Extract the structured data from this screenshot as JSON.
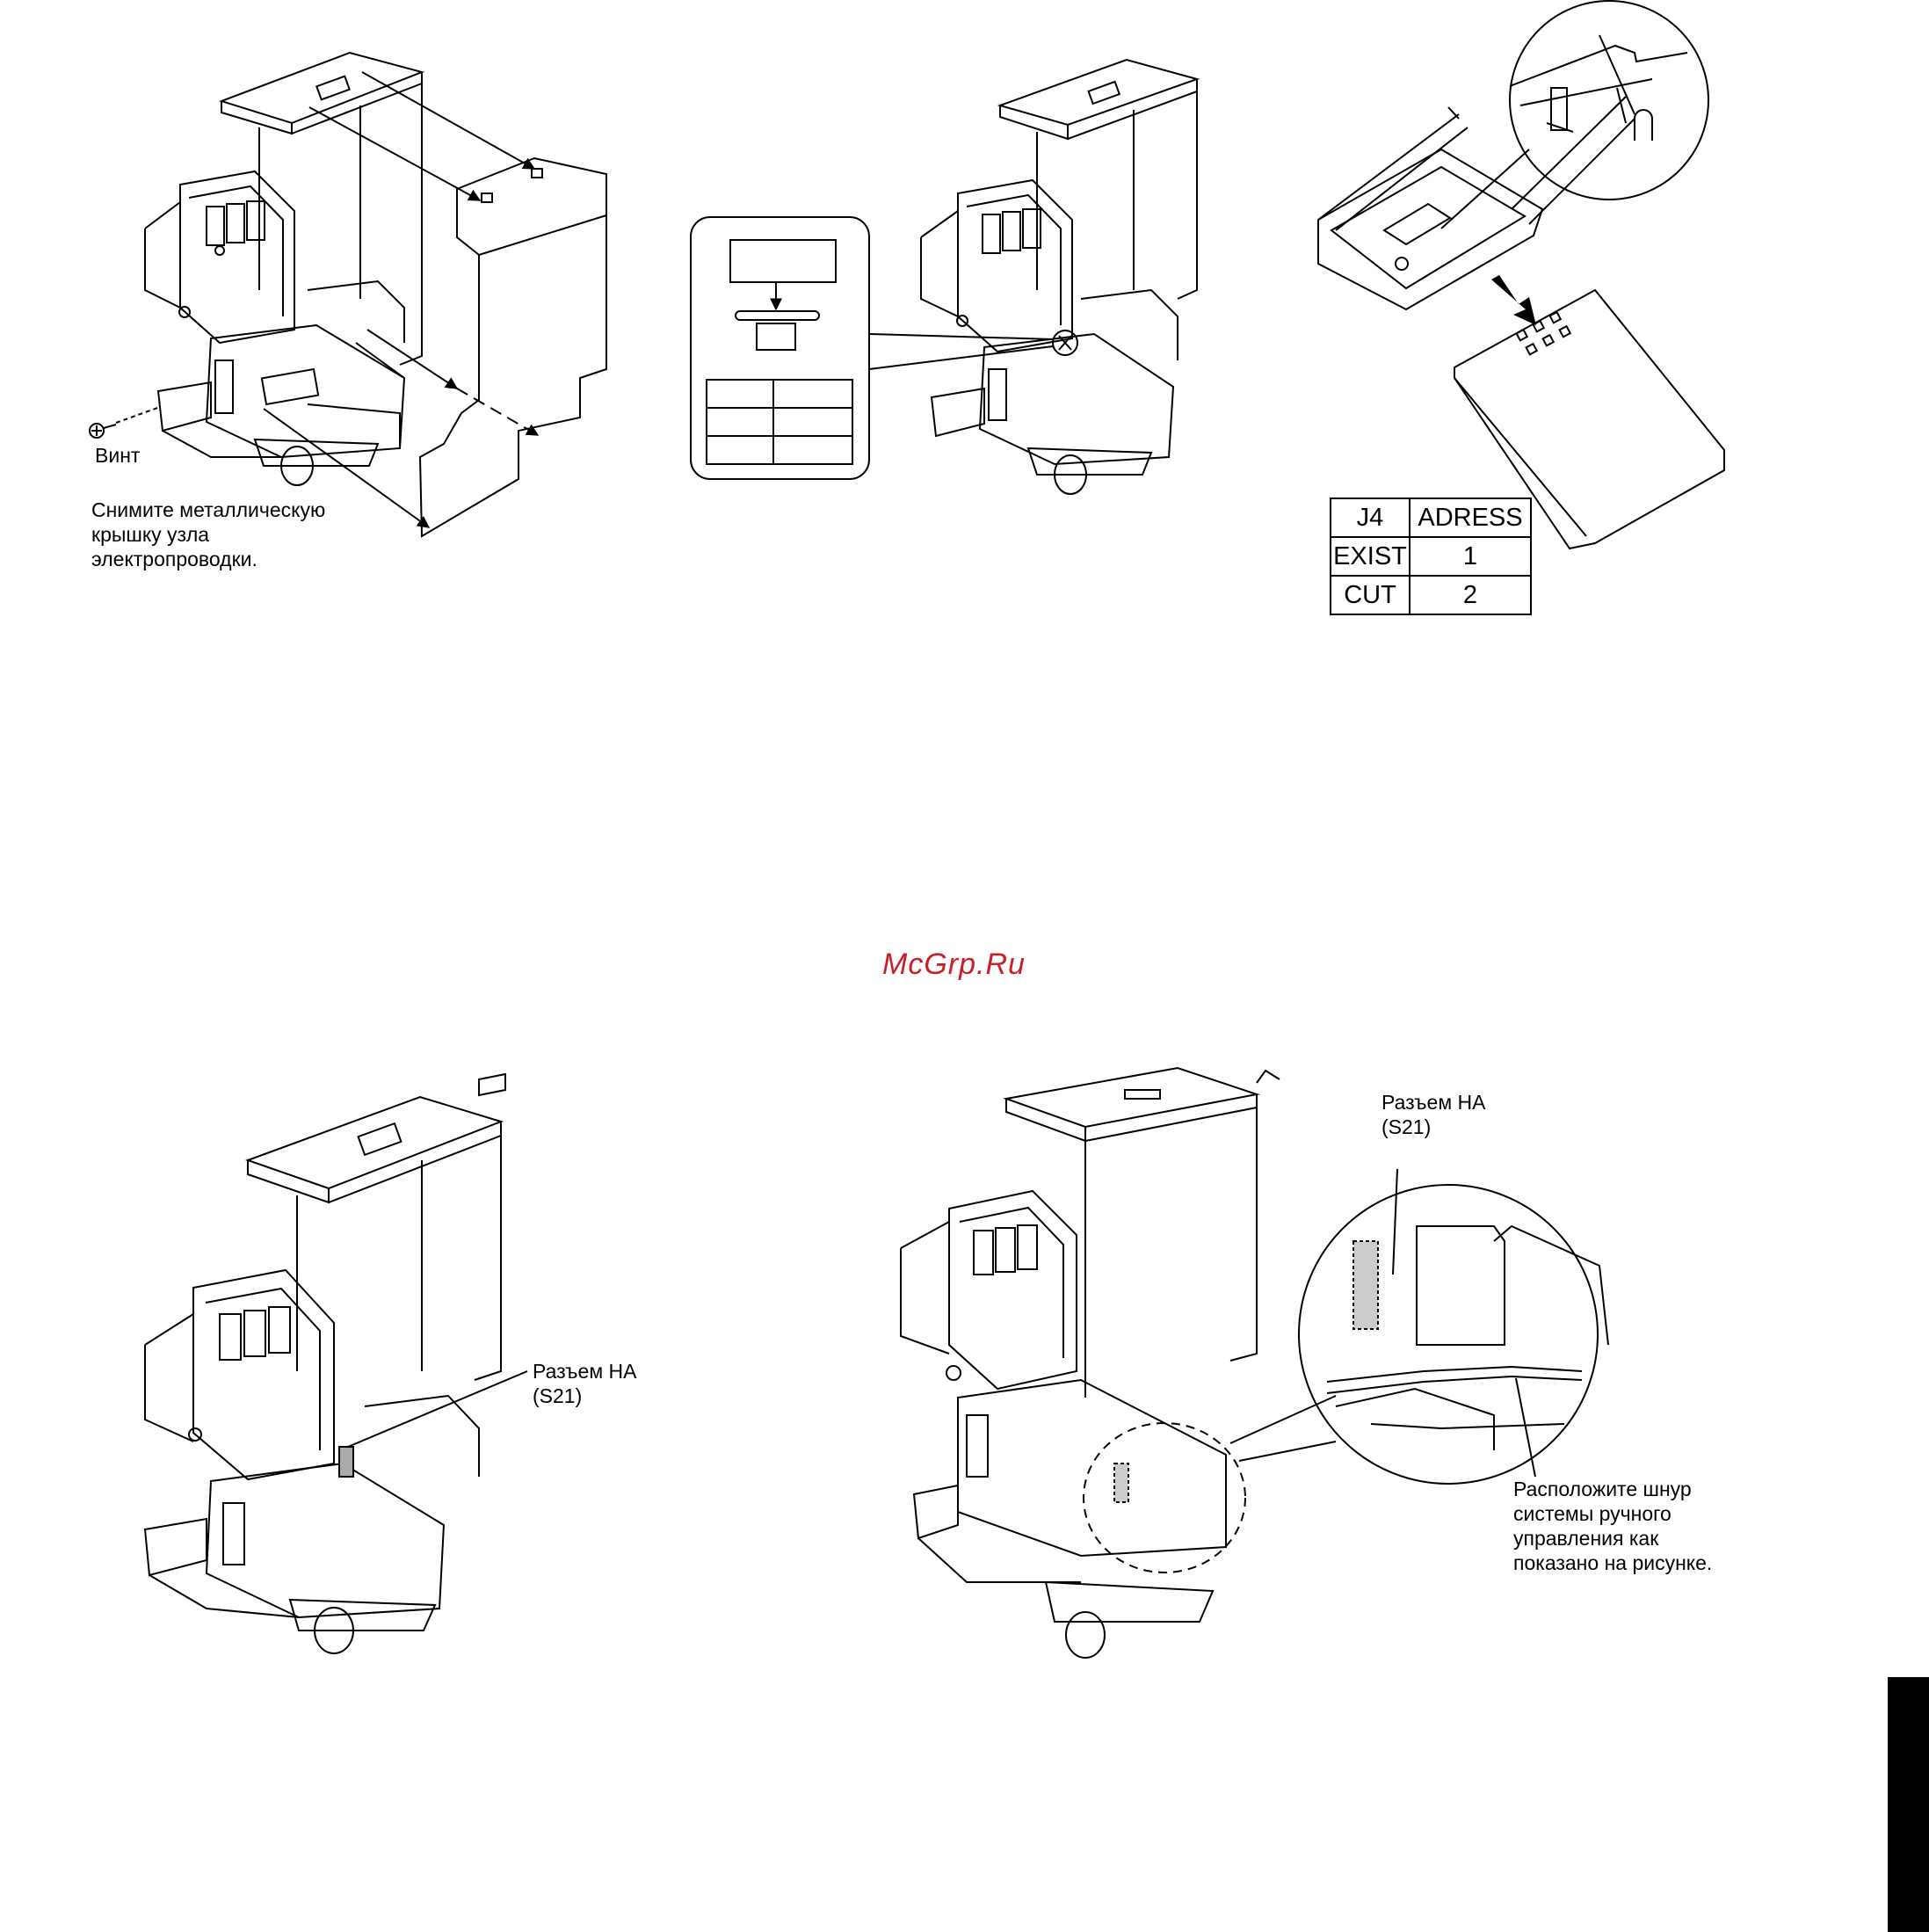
{
  "figure1": {
    "screw_label": "Винт",
    "instruction": "Снимите металлическую\nкрышку узла\nэлектропроводки."
  },
  "figure3": {
    "table": {
      "header": [
        "J4",
        "ADRESS"
      ],
      "rows": [
        [
          "EXIST",
          "1"
        ],
        [
          "CUT",
          "2"
        ]
      ]
    }
  },
  "watermark": "McGrp.Ru",
  "figure4": {
    "connector_label": "Разъем HA\n(S21)"
  },
  "figure5": {
    "connector_label": "Разъем HA\n(S21)",
    "cord_note": "Расположите шнур\nсистемы ручного\nуправления как\nпоказано на рисунке."
  }
}
